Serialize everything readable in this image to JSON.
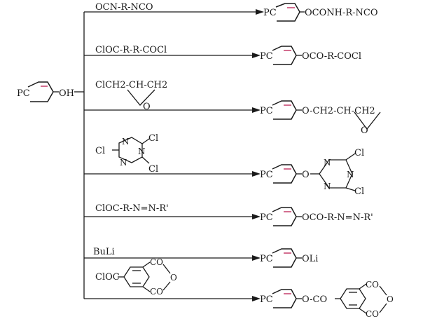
{
  "start": {
    "pc": "PC",
    "group": "OH"
  },
  "atoms": {
    "o": "O",
    "n": "N",
    "cl": "Cl"
  },
  "reactions": [
    {
      "reagent": "OCN-R-NCO",
      "product_pc": "PC",
      "product_suffix": "OCONH-R-NCO"
    },
    {
      "reagent": "ClOC-R-R-COCl",
      "product_pc": "PC",
      "product_suffix": "OCO-R-COCl"
    },
    {
      "reagent_prefix": "ClCH2-CH-CH2",
      "product_pc": "PC",
      "product_suffix": "O-CH2-CH-CH2"
    },
    {
      "reagent_note": "cyanuric chloride",
      "product_pc": "PC",
      "product_link": "O"
    },
    {
      "reagent": "ClOC-R-N=N-R'",
      "product_pc": "PC",
      "product_suffix": "OCO-R-N=N-R'"
    },
    {
      "reagent": "BuLi",
      "product_pc": "PC",
      "product_suffix": "OLi"
    },
    {
      "reagent_prefix": "ClOC",
      "product_pc": "PC",
      "product_suffix": "O-CO"
    }
  ]
}
